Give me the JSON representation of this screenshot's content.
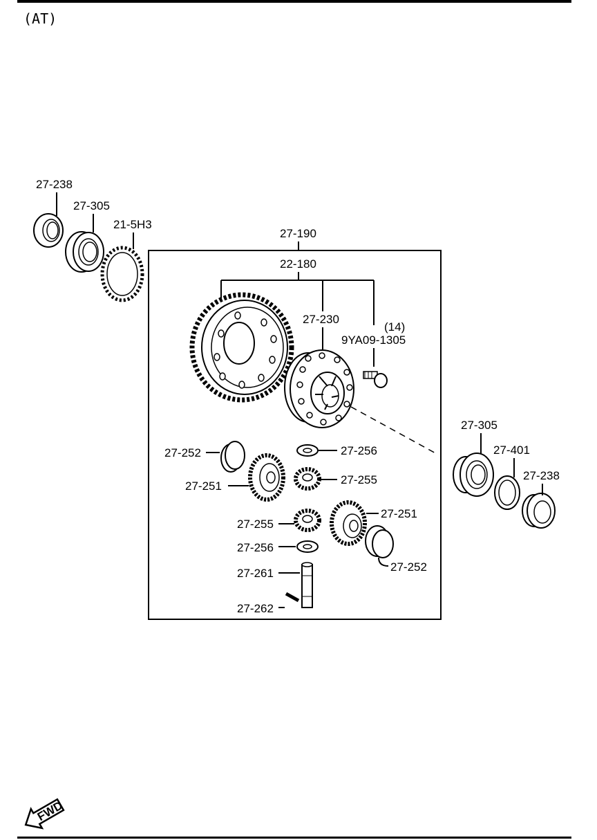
{
  "header": {
    "variant": "(AT)"
  },
  "fwd_label": "FWD",
  "labels": {
    "l_27_238_a": "27-238",
    "l_27_305_a": "27-305",
    "l_21_5h3": "21-5H3",
    "l_27_190": "27-190",
    "l_22_180": "22-180",
    "l_27_230": "27-230",
    "l_qty_14": "(14)",
    "l_9ya09": "9YA09-1305",
    "l_27_252_a": "27-252",
    "l_27_256_a": "27-256",
    "l_27_251_a": "27-251",
    "l_27_255_a": "27-255",
    "l_27_255_b": "27-255",
    "l_27_251_b": "27-251",
    "l_27_256_b": "27-256",
    "l_27_252_b": "27-252",
    "l_27_261": "27-261",
    "l_27_262": "27-262",
    "l_27_305_b": "27-305",
    "l_27_401": "27-401",
    "l_27_238_b": "27-238"
  }
}
